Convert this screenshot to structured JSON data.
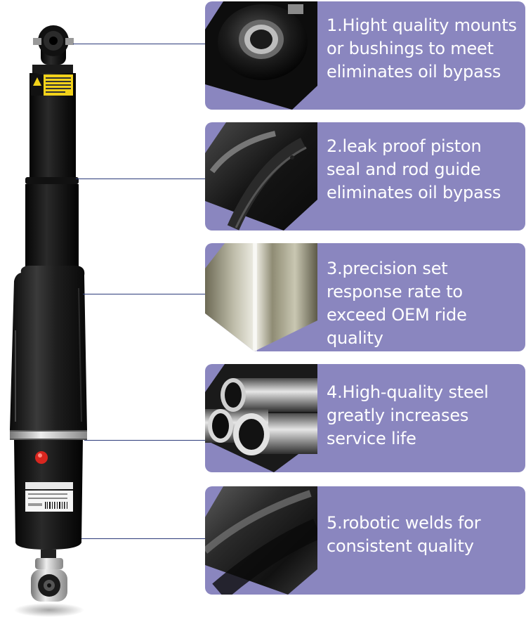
{
  "product": {
    "name_icon": "air-shock-absorber-image",
    "warning_label": "",
    "barcode_label": ""
  },
  "features": [
    {
      "text": "1.Hight quality mounts or bushings to meet eliminates oil bypass",
      "icon": "bushing-closeup-image"
    },
    {
      "text": "2.leak proof piston seal and rod guide eliminates oil bypass",
      "icon": "piston-seal-closeup-image"
    },
    {
      "text": "3.precision set response rate to exceed OEM ride quality",
      "icon": "chrome-rod-closeup-image"
    },
    {
      "text": "4.High-quality steel greatly increases service life",
      "icon": "steel-tubes-image"
    },
    {
      "text": "5.robotic welds for consistent quality",
      "icon": "welded-body-closeup-image"
    }
  ],
  "colors": {
    "panel": "#8a86bf",
    "caption_text": "#ffffff",
    "connector": "#2c3b7a"
  }
}
